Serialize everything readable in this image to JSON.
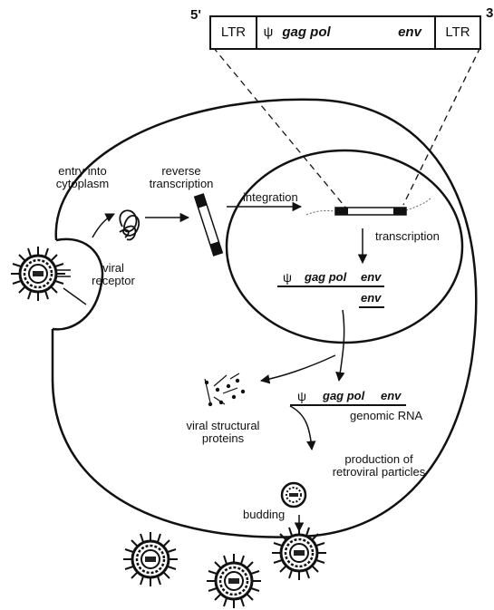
{
  "genome_map": {
    "five_prime": "5'",
    "three_prime": "3'",
    "ltr_left": "LTR",
    "psi": "ψ",
    "gag_pol": "gag pol",
    "env": "env",
    "ltr_right": "LTR"
  },
  "labels": {
    "entry_line1": "entry into",
    "entry_line2": "cytoplasm",
    "rt_line1": "reverse",
    "rt_line2": "transcription",
    "integration": "integration",
    "transcription": "transcription",
    "viral_line1": "viral",
    "viral_line2": "receptor",
    "nuc_psi": "ψ",
    "nuc_gag_pol": "gag pol",
    "nuc_env": "env",
    "nuc_env2": "env",
    "cyto_psi": "ψ",
    "cyto_gag_pol": "gag pol",
    "cyto_env": "env",
    "genomic_rna": "genomic RNA",
    "structural_line1": "viral structural",
    "structural_line2": "proteins",
    "production_line1": "production of",
    "production_line2": "retroviral particles",
    "budding": "budding"
  }
}
